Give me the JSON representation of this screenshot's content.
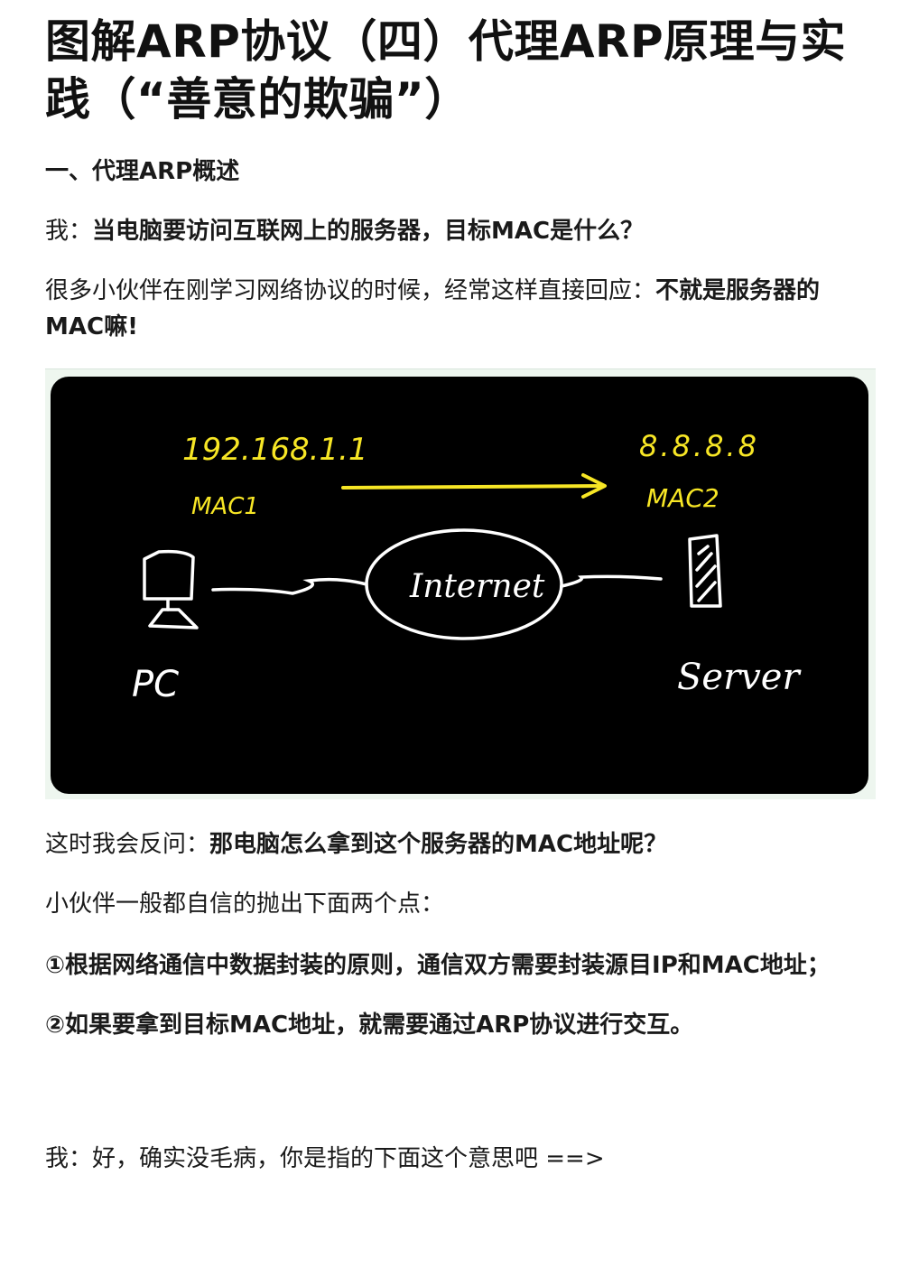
{
  "article": {
    "title": "图解ARP协议（四）代理ARP原理与实践（“善意的欺骗”）",
    "section_heading": "一、代理ARP概述",
    "para1": {
      "lead": "我：",
      "bold": "当电脑要访问互联网上的服务器，目标MAC是什么？"
    },
    "para2": {
      "lead": "很多小伙伴在刚学习网络协议的时候，经常这样直接回应：",
      "bold": "不就是服务器的MAC嘛!"
    },
    "para3": {
      "lead": "这时我会反问：",
      "bold": "那电脑怎么拿到这个服务器的MAC地址呢？"
    },
    "para4": "小伙伴一般都自信的抛出下面两个点：",
    "point1": "①根据网络通信中数据封装的原则，通信双方需要封装源目IP和MAC地址；",
    "point2": "②如果要拿到目标MAC地址，就需要通过ARP协议进行交互。",
    "para5": "我：好，确实没毛病，你是指的下面这个意思吧 ==>"
  },
  "diagram": {
    "pc_ip": "192.168.1.1",
    "pc_mac": "MAC1",
    "server_ip": "8.8.8.8",
    "server_mac": "MAC2",
    "cloud_label": "Internet",
    "pc_label": "PC",
    "server_label": "Server",
    "colors": {
      "background": "#000000",
      "highlight": "#f7e625",
      "ink": "#ffffff"
    },
    "icons": [
      "pc-icon",
      "server-icon",
      "internet-cloud",
      "arrow-right-icon"
    ]
  }
}
